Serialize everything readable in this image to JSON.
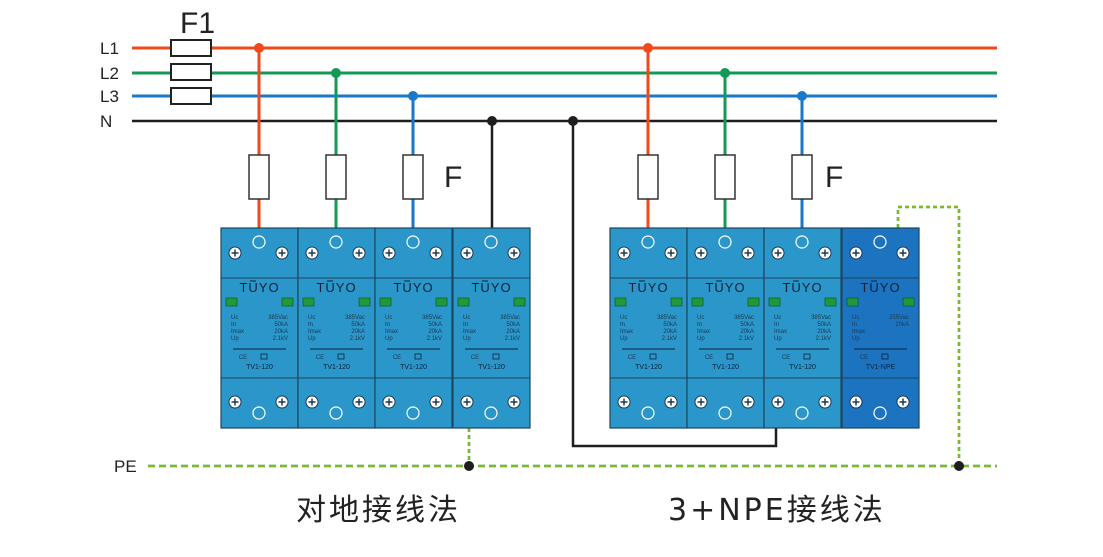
{
  "labels": {
    "fuse_main": "F1",
    "fuse_branch": "F",
    "line_l1": "L1",
    "line_l2": "L2",
    "line_l3": "L3",
    "line_n": "N",
    "line_pe": "PE",
    "caption_left": "对地接线法",
    "caption_right": "3+NPE接线法"
  },
  "module": {
    "brand": "TUYO",
    "model": "TV1-120",
    "model_npe": "TV1-NPE",
    "cert": "CE",
    "spec_keys": [
      "Uc",
      "In",
      "Imax",
      "Up"
    ],
    "spec_values": [
      "385Vac",
      "50kA",
      "20kA",
      "2.1kV"
    ],
    "spec_values_npe": [
      "255Vac",
      "20kA",
      "",
      ""
    ]
  },
  "colors": {
    "l1": "#f04a1c",
    "l2": "#139955",
    "l3": "#1a78c8",
    "n": "#1e1e1e",
    "pe_green": "#1a9a2a",
    "pe_yellow": "#e8d81a",
    "module_blue": "#2a96c9",
    "module_npe": "#1c74c0",
    "indicator": "#1f9a3a"
  }
}
